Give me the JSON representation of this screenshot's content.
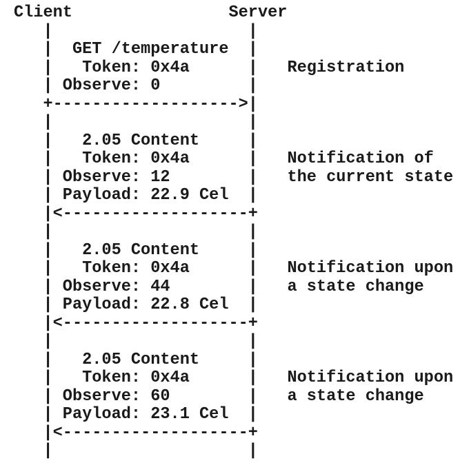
{
  "diagram": {
    "type": "ascii-sequence-diagram",
    "actors": [
      "Client",
      "Server"
    ],
    "colors": {
      "background": "#ffffff",
      "text": "#1a1a1a"
    },
    "messages": [
      {
        "from": "Client",
        "to": "Server",
        "lines": [
          "GET /temperature",
          "Token: 0x4a",
          "Observe: 0"
        ],
        "annotation": "Registration"
      },
      {
        "from": "Server",
        "to": "Client",
        "lines": [
          "2.05 Content",
          "Token: 0x4a",
          "Observe: 12",
          "Payload: 22.9 Cel"
        ],
        "annotation": "Notification of the current state"
      },
      {
        "from": "Server",
        "to": "Client",
        "lines": [
          "2.05 Content",
          "Token: 0x4a",
          "Observe: 44",
          "Payload: 22.8 Cel"
        ],
        "annotation": "Notification upon a state change"
      },
      {
        "from": "Server",
        "to": "Client",
        "lines": [
          "2.05 Content",
          "Token: 0x4a",
          "Observe: 60",
          "Payload: 23.1 Cel"
        ],
        "annotation": "Notification upon a state change"
      }
    ],
    "rows": [
      "Client                Server",
      "   |                    |",
      "   |  GET /temperature  |",
      "   |   Token: 0x4a      |   Registration",
      "   | Observe: 0         |",
      "   +------------------->|",
      "   |                    |",
      "   |   2.05 Content     |",
      "   |   Token: 0x4a      |   Notification of",
      "   | Observe: 12        |   the current state",
      "   | Payload: 22.9 Cel  |",
      "   |<-------------------+",
      "   |                    |",
      "   |   2.05 Content     |",
      "   |   Token: 0x4a      |   Notification upon",
      "   | Observe: 44        |   a state change",
      "   | Payload: 22.8 Cel  |",
      "   |<-------------------+",
      "   |                    |",
      "   |   2.05 Content     |",
      "   |   Token: 0x4a      |   Notification upon",
      "   | Observe: 60        |   a state change",
      "   | Payload: 23.1 Cel  |",
      "   |<-------------------+",
      "   |                    |"
    ]
  }
}
